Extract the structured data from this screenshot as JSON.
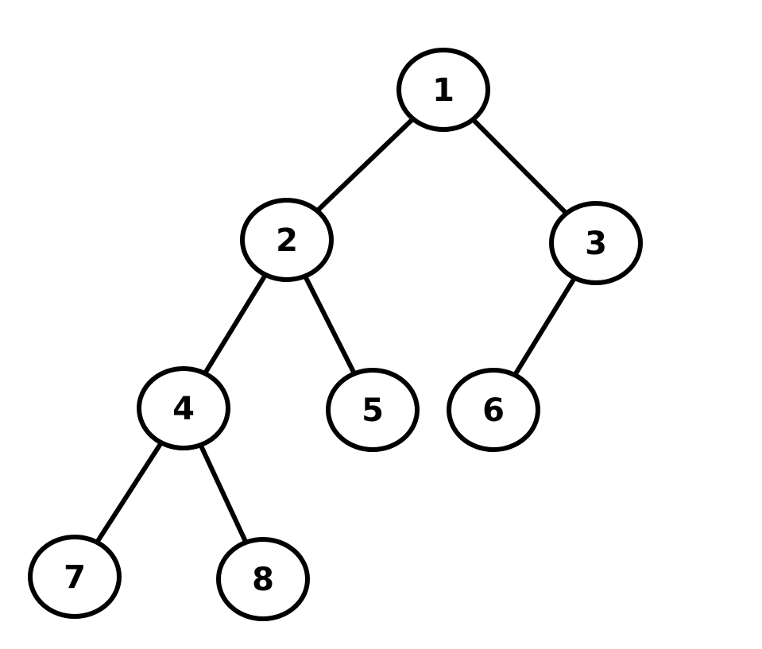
{
  "colors": {
    "stroke": "#000000",
    "fill": "#ffffff",
    "background": "#ffffff"
  },
  "nodes": [
    {
      "id": "1",
      "label": "1"
    },
    {
      "id": "2",
      "label": "2"
    },
    {
      "id": "3",
      "label": "3"
    },
    {
      "id": "4",
      "label": "4"
    },
    {
      "id": "5",
      "label": "5"
    },
    {
      "id": "6",
      "label": "6"
    },
    {
      "id": "7",
      "label": "7"
    },
    {
      "id": "8",
      "label": "8"
    }
  ],
  "edges": [
    {
      "from": "1",
      "to": "2"
    },
    {
      "from": "1",
      "to": "3"
    },
    {
      "from": "2",
      "to": "4"
    },
    {
      "from": "2",
      "to": "5"
    },
    {
      "from": "3",
      "to": "6"
    },
    {
      "from": "4",
      "to": "7"
    },
    {
      "from": "4",
      "to": "8"
    }
  ]
}
